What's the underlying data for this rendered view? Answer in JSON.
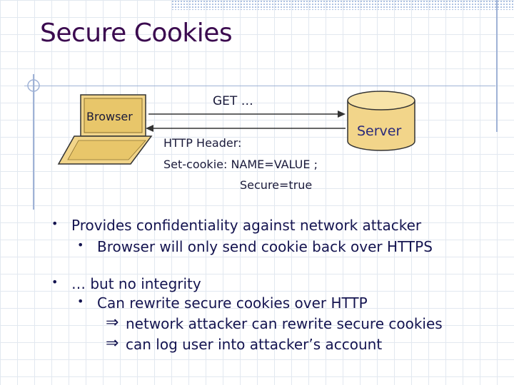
{
  "slide": {
    "title": "Secure Cookies"
  },
  "diagram": {
    "browser_label": "Browser",
    "server_label": "Server",
    "request_label": "GET …",
    "response_lines": [
      "HTTP Header:",
      "Set-cookie: NAME=VALUE ;",
      "Secure=true"
    ]
  },
  "bullets": [
    {
      "level": 1,
      "marker": "•",
      "text": "Provides confidentiality against network attacker"
    },
    {
      "level": 2,
      "marker": "•",
      "text": "Browser will only send cookie back over HTTPS"
    },
    {
      "level": 1,
      "marker": "•",
      "text": "… but no integrity"
    },
    {
      "level": 2,
      "marker": "•",
      "text": "Can rewrite secure cookies over HTTP"
    },
    {
      "level": 3,
      "marker": "⇒",
      "text": "network attacker can rewrite secure cookies"
    },
    {
      "level": 3,
      "marker": "⇒",
      "text": "can log user into attacker’s account"
    }
  ],
  "colors": {
    "title": "#3b0a4f",
    "laptop_fill": "#f2d58a",
    "server_fill": "#f2d58a",
    "text": "#141450"
  }
}
